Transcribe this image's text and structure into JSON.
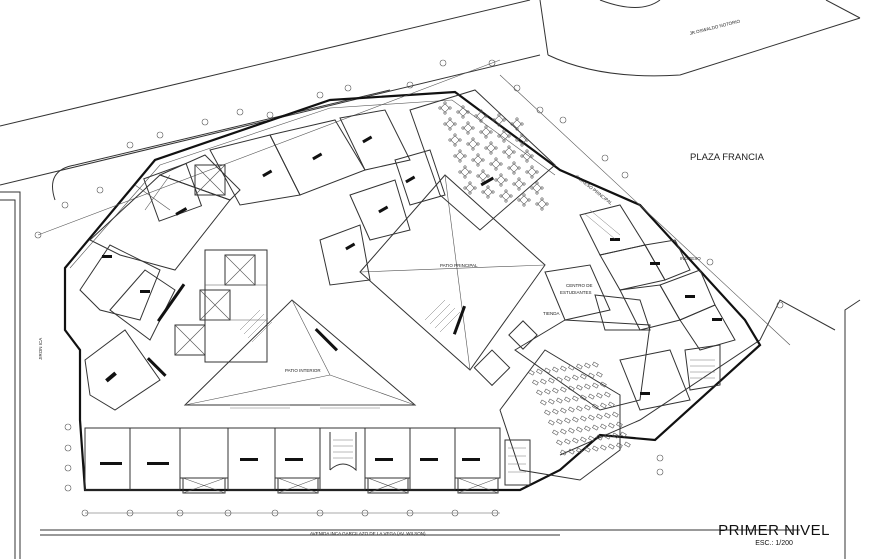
{
  "drawing": {
    "title": "PRIMER NIVEL",
    "scale": "ESC.: 1/200"
  },
  "streets": {
    "top_street": "JR.OSWALDO NOTORIO",
    "left_street": "JIRON ICA",
    "bottom_street": "AVENIDA INCA GARCILAZO DE LA VEGA (AV. WILSON)",
    "plaza": "PLAZA FRANCIA"
  },
  "rooms": {
    "patio_principal": "PATIO PRINCIPAL",
    "patio_interior": "PATIO INTERIOR",
    "centro_estudiantes_1": "CENTRO DE",
    "centro_estudiantes_2": "ESTUDIANTES",
    "tienda": "TIENDA",
    "ingreso_principal": "INGRESO PRINCIPAL",
    "ingreso": "INGRESO"
  },
  "colors": {
    "line": "#333333",
    "wall": "#111111",
    "background": "#ffffff"
  }
}
